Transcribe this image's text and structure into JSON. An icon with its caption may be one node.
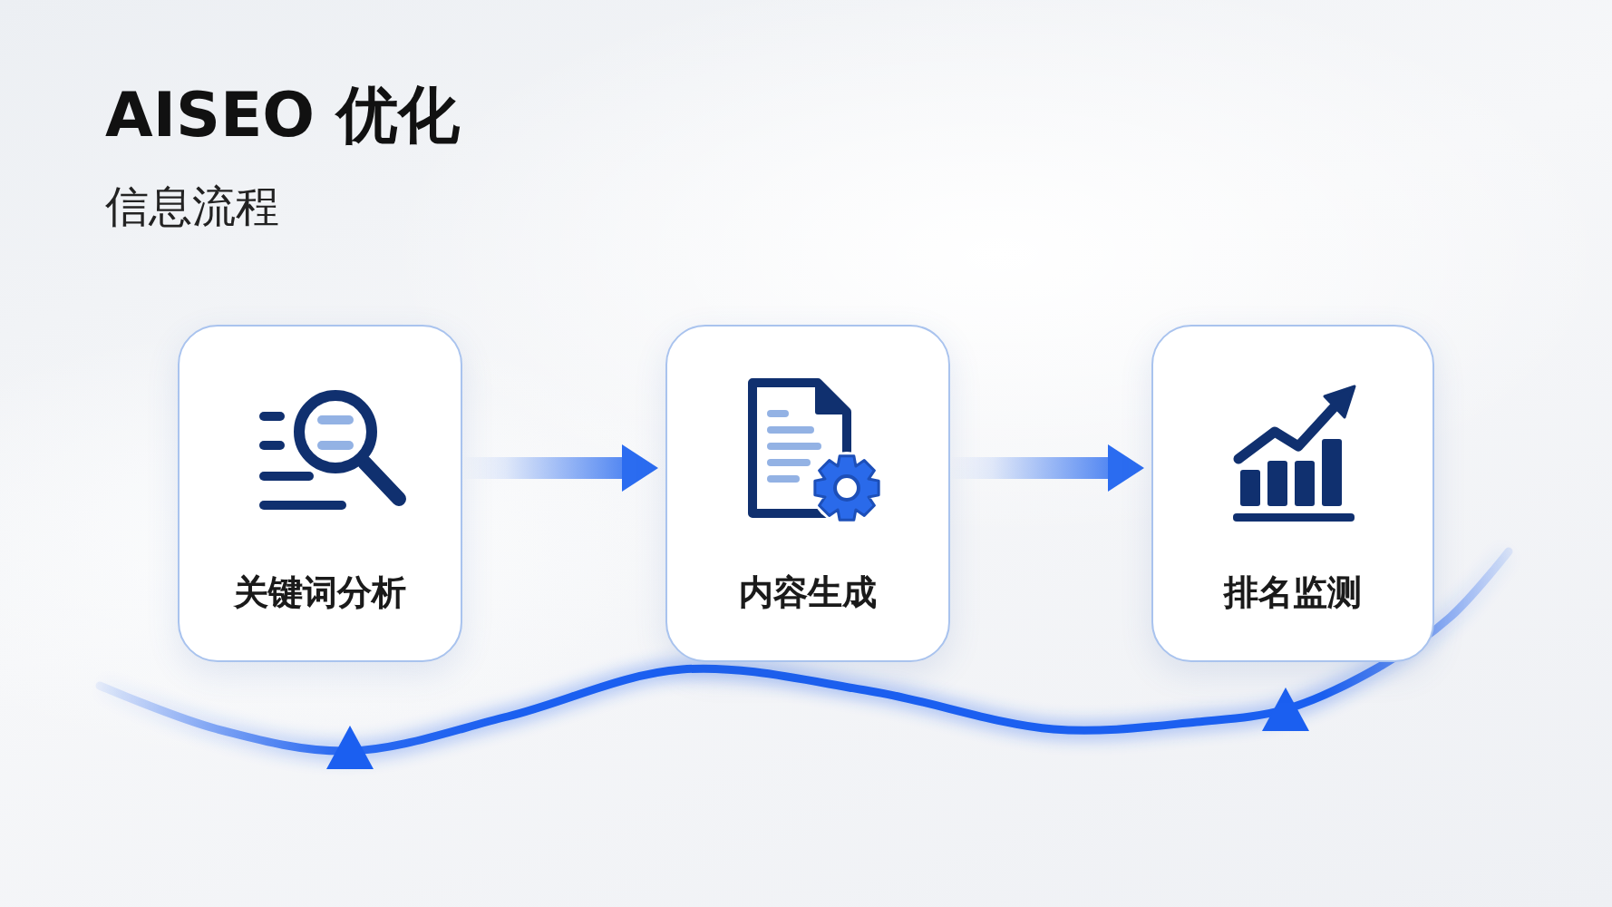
{
  "diagram": {
    "title": "AISEO 优化",
    "nodes": [
      {
        "text": [
          "关键词分析"
        ]
      },
      {
        "text": [
          "内容生成"
        ]
      },
      {
        "text": [
          "排名监测"
        ]
      }
    ],
    "edges": [
      {
        "from": 0,
        "to": 1,
        "arrow": "to"
      },
      {
        "from": 1,
        "to": 2,
        "arrow": "to"
      }
    ],
    "labels": [
      "信息流程"
    ]
  }
}
